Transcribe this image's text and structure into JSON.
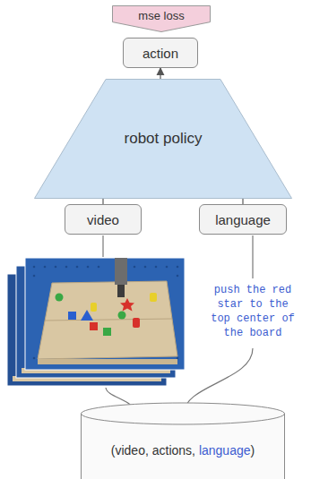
{
  "diagram": {
    "nodes": [
      {
        "text": [
          "mse loss"
        ]
      },
      {
        "text": [
          "action"
        ]
      },
      {
        "text": [
          "robot policy"
        ]
      },
      {
        "text": [
          "video"
        ]
      },
      {
        "text": [
          "language"
        ]
      },
      {
        "text": [
          "(video, actions, language)"
        ]
      }
    ],
    "edges": [
      {
        "from": 2,
        "to": 1,
        "arrow": "to"
      },
      {
        "from": 3,
        "to": 2,
        "arrow": "none"
      },
      {
        "from": 4,
        "to": 2,
        "arrow": "none"
      }
    ],
    "labels": [
      "push the red star to the top center of the board"
    ]
  }
}
